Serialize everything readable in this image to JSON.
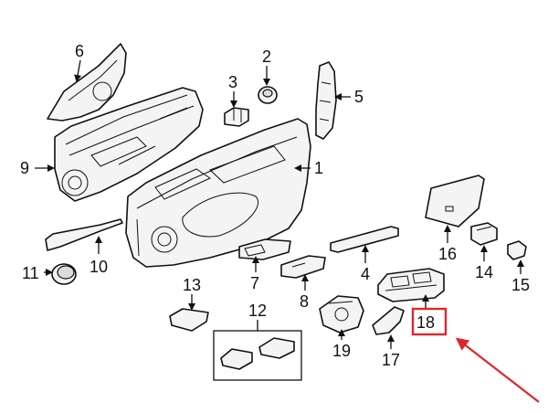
{
  "diagram": {
    "callouts": [
      {
        "id": "1",
        "label": "1"
      },
      {
        "id": "2",
        "label": "2"
      },
      {
        "id": "3",
        "label": "3"
      },
      {
        "id": "4",
        "label": "4"
      },
      {
        "id": "5",
        "label": "5"
      },
      {
        "id": "6",
        "label": "6"
      },
      {
        "id": "7",
        "label": "7"
      },
      {
        "id": "8",
        "label": "8"
      },
      {
        "id": "9",
        "label": "9"
      },
      {
        "id": "10",
        "label": "10"
      },
      {
        "id": "11",
        "label": "11"
      },
      {
        "id": "12",
        "label": "12"
      },
      {
        "id": "13",
        "label": "13"
      },
      {
        "id": "14",
        "label": "14"
      },
      {
        "id": "15",
        "label": "15"
      },
      {
        "id": "16",
        "label": "16"
      },
      {
        "id": "17",
        "label": "17"
      },
      {
        "id": "18",
        "label": "18"
      },
      {
        "id": "19",
        "label": "19"
      }
    ],
    "highlighted_callout": "18",
    "colors": {
      "line": "#111111",
      "highlight_box": "#e0262b",
      "arrow": "#e0262b"
    }
  }
}
